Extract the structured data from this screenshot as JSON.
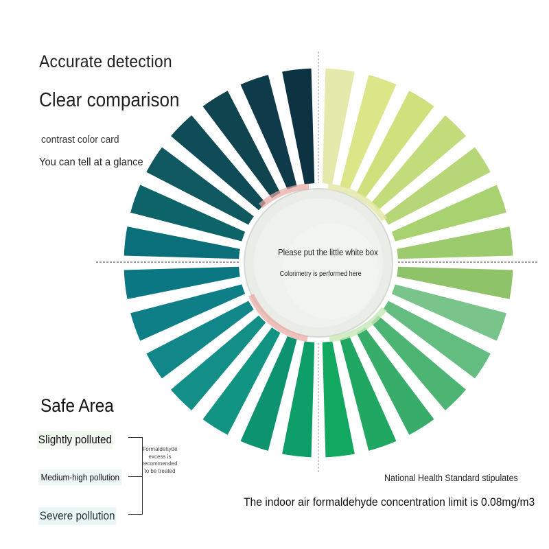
{
  "headline": {
    "line1": "Accurate detection",
    "line2": "Clear comparison",
    "line3": "contrast color card",
    "line4": "You can tell at a glance"
  },
  "center": {
    "line1": "Please put the little white box",
    "line2": "Colorimetry is performed here"
  },
  "wheel": {
    "right_colors": [
      "#e6e9ac",
      "#dbe689",
      "#cfe07c",
      "#c2db7b",
      "#b6d677",
      "#a8d170",
      "#9bcb6d",
      "#8ec36a",
      "#79c48a",
      "#64bd80",
      "#4cb574",
      "#38ad6a",
      "#20a862",
      "#12a85f"
    ],
    "left_colors": [
      "#0d3242",
      "#0f3a4a",
      "#10444f",
      "#0f4c58",
      "#10585f",
      "#0d6468",
      "#0a6f78",
      "#0b7782",
      "#0f7f87",
      "#11878a",
      "#138f88",
      "#129483",
      "#0e9371",
      "#0e9f68"
    ]
  },
  "legend": {
    "title": "Safe Area",
    "levels": [
      "Slightly polluted",
      "Medium-high pollution",
      "Severe pollution"
    ],
    "note": "Formaldehyde excess is recommended to be treated"
  },
  "standard": {
    "line1": "National Health Standard stipulates",
    "line2": "The indoor air formaldehyde concentration limit is 0.08mg/m3"
  }
}
